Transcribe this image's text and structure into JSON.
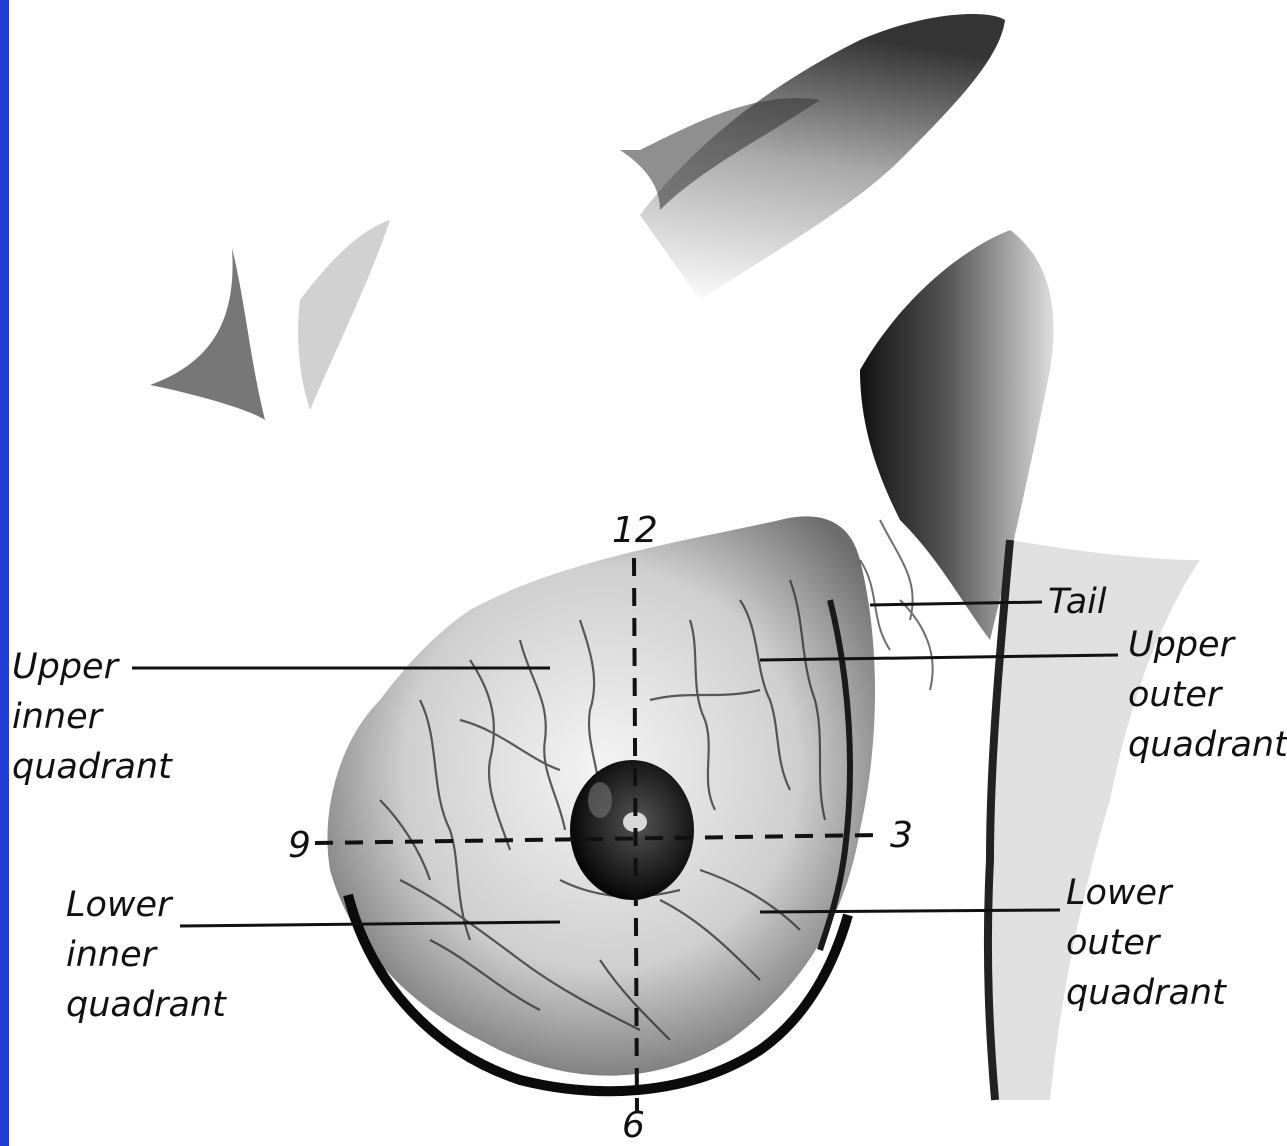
{
  "colors": {
    "side_bar": "#1f3fd6",
    "ink": "#111111"
  },
  "clock_markers": {
    "top": "12",
    "right": "3",
    "bottom": "6",
    "left": "9"
  },
  "labels": {
    "tail": "Tail",
    "upper_inner": [
      "Upper",
      "inner",
      "quadrant"
    ],
    "upper_outer": [
      "Upper",
      "outer",
      "quadrant"
    ],
    "lower_inner": [
      "Lower",
      "inner",
      "quadrant"
    ],
    "lower_outer": [
      "Lower",
      "outer",
      "quadrant"
    ]
  }
}
